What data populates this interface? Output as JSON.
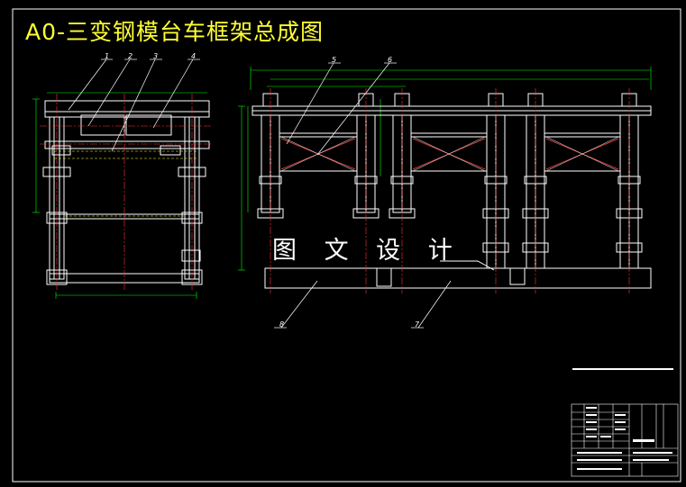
{
  "title": "A0-三变钢模台车框架总成图",
  "watermark": "图 文 设 计",
  "part_labels": [
    "1",
    "2",
    "3",
    "4",
    "5",
    "6",
    "7",
    "8"
  ],
  "colors": {
    "background": "#000000",
    "frame": "#ffffff",
    "title": "#ffff33",
    "dimension": "#00ff00",
    "centerline": "#ff3333",
    "hidden_line": "#ffff33",
    "bracing": "#ff4444"
  }
}
